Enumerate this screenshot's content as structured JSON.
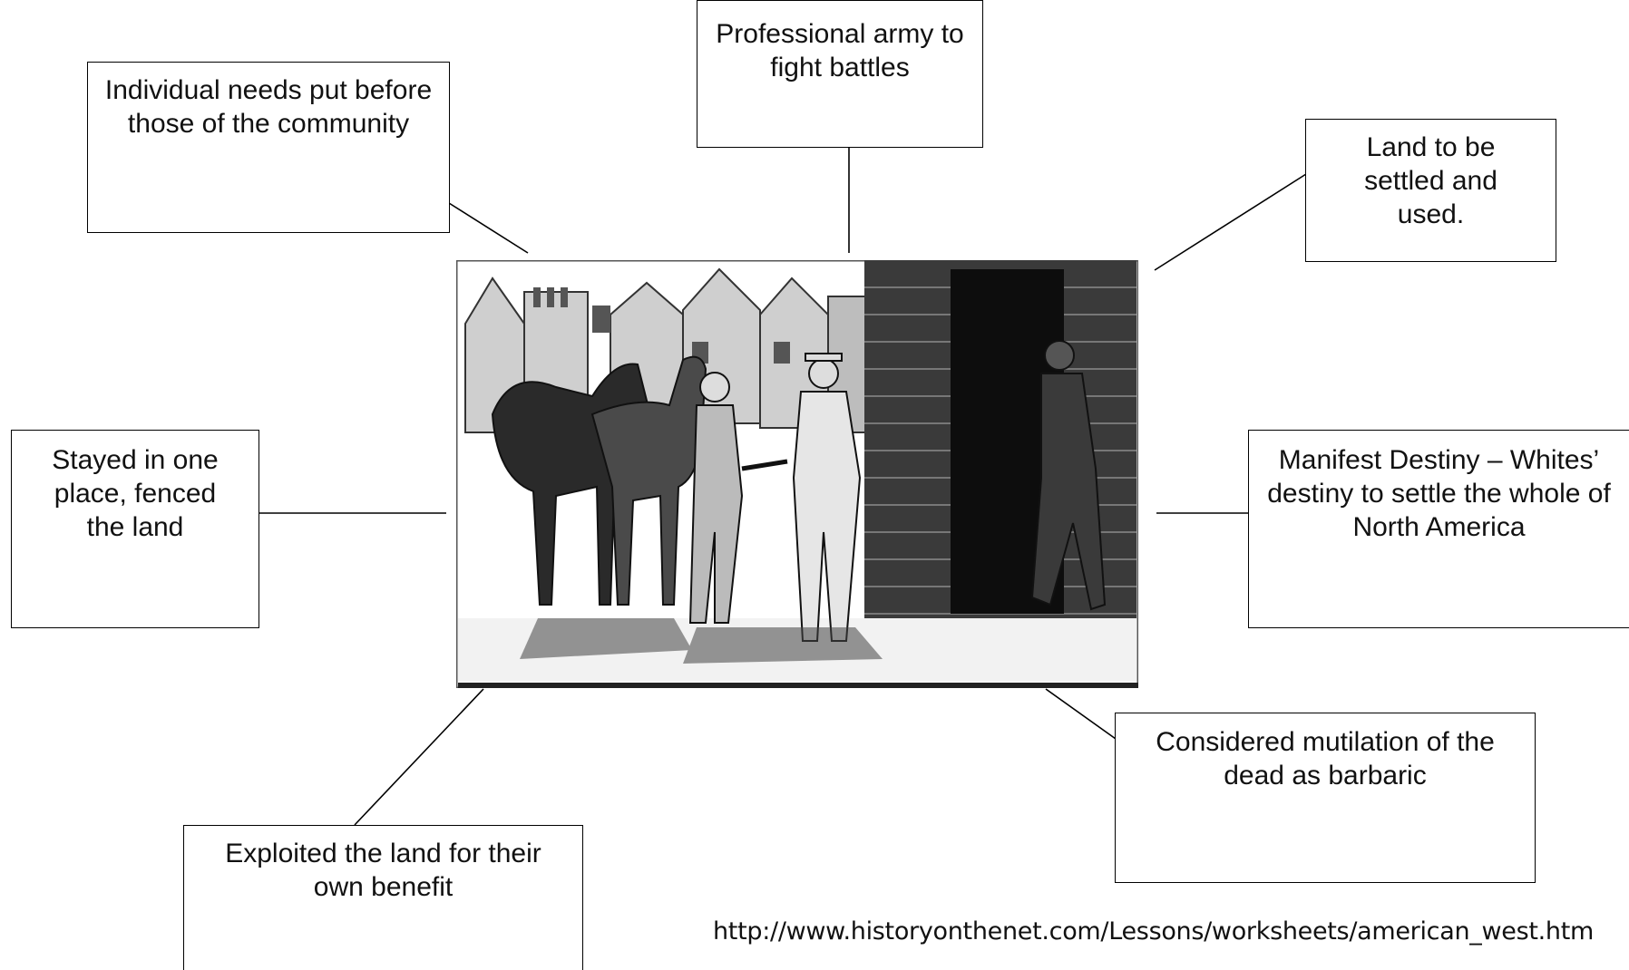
{
  "boxes": {
    "individual": "Individual needs put before those of the community",
    "army": "Professional army to fight battles",
    "land_settled": "Land to be settled and used.",
    "stayed": "Stayed in one place, fenced the land",
    "manifest": "Manifest Destiny – Whites’ destiny to settle the whole of North America",
    "mutilation": "Considered mutilation of the dead as barbaric",
    "exploited": "Exploited the land for their own benefit"
  },
  "source_url": "http://www.historyonthenet.com/Lessons/worksheets/american_west.htm",
  "picture": {
    "subject": "woodcut illustration: frontier town street scene, two men shaking hands beside horses, a man walking by a wooden building"
  }
}
